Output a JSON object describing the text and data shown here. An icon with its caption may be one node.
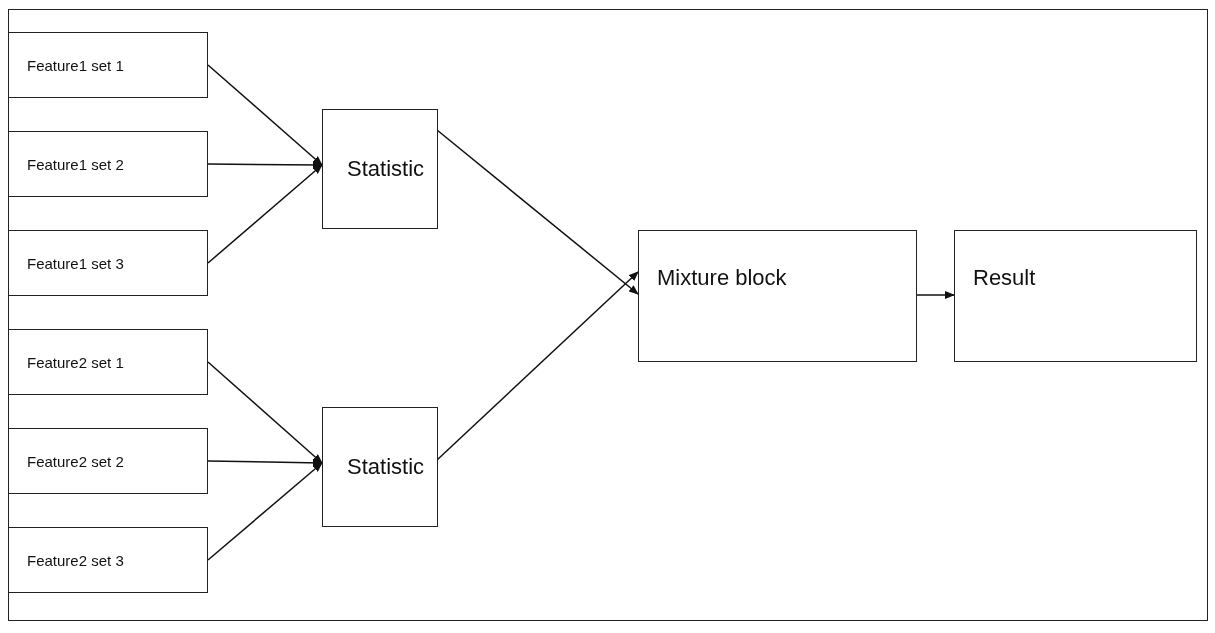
{
  "diagram": {
    "nodes": [
      {
        "text": [
          "Feature1 set 1"
        ]
      },
      {
        "text": [
          "Feature1 set 2"
        ]
      },
      {
        "text": [
          "Feature1 set 3"
        ]
      },
      {
        "text": [
          "Feature2 set 1"
        ]
      },
      {
        "text": [
          "Feature2 set 2"
        ]
      },
      {
        "text": [
          "Feature2 set 3"
        ]
      },
      {
        "text": [
          "Statistic"
        ]
      },
      {
        "text": [
          "Statistic"
        ]
      },
      {
        "text": [
          "Mixture block"
        ]
      },
      {
        "text": [
          "Result"
        ]
      }
    ],
    "edges": [
      {
        "from": 0,
        "to": 6,
        "arrow": "to"
      },
      {
        "from": 1,
        "to": 6,
        "arrow": "to"
      },
      {
        "from": 2,
        "to": 6,
        "arrow": "to"
      },
      {
        "from": 3,
        "to": 7,
        "arrow": "to"
      },
      {
        "from": 4,
        "to": 7,
        "arrow": "to"
      },
      {
        "from": 5,
        "to": 7,
        "arrow": "to"
      },
      {
        "from": 6,
        "to": 8,
        "arrow": "to"
      },
      {
        "from": 7,
        "to": 8,
        "arrow": "to"
      },
      {
        "from": 8,
        "to": 9,
        "arrow": "to"
      }
    ]
  }
}
